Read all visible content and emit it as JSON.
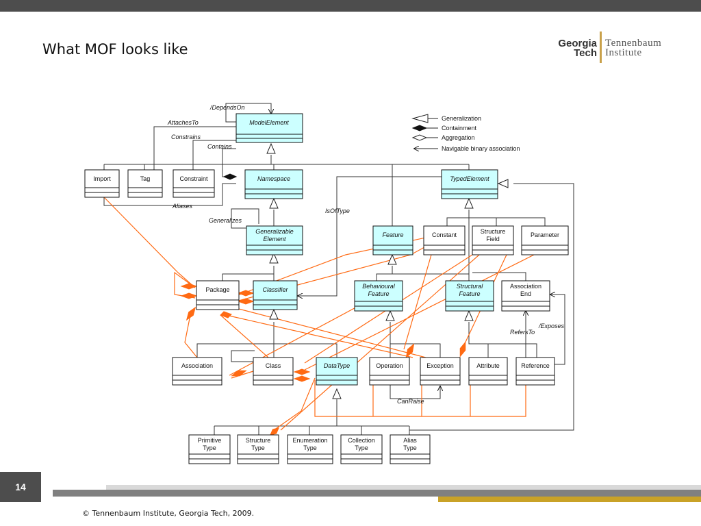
{
  "slide": {
    "title": "What MOF looks like",
    "page_number": "14",
    "footer": "© Tennenbaum Institute, Georgia Tech, 2009."
  },
  "logo": {
    "left_line1": "Georgia",
    "left_line2": "Tech",
    "right_line1": "Tennenbaum",
    "right_line2": "Institute"
  },
  "legend": {
    "generalization": "Generalization",
    "containment": "Containment",
    "aggregation": "Aggregation",
    "navigable": "Navigable binary association"
  },
  "classes": {
    "model_element": "ModelElement",
    "import": "Import",
    "tag": "Tag",
    "constraint": "Constraint",
    "namespace": "Namespace",
    "typed_element": "TypedElement",
    "generalizable_element_1": "Generalizable",
    "generalizable_element_2": "Element",
    "feature": "Feature",
    "constant": "Constant",
    "structure_field_1": "Structure",
    "structure_field_2": "Field",
    "parameter": "Parameter",
    "package": "Package",
    "classifier": "Classifier",
    "behavioral_feature_1": "Behavioural",
    "behavioral_feature_2": "Feature",
    "structural_feature_1": "Structural",
    "structural_feature_2": "Feature",
    "association_end_1": "Association",
    "association_end_2": "End",
    "association": "Association",
    "class": "Class",
    "data_type": "DataType",
    "operation": "Operation",
    "exception": "Exception",
    "attribute": "Attribute",
    "reference": "Reference",
    "primitive_type_1": "Primitive",
    "primitive_type_2": "Type",
    "structure_type_1": "Structure",
    "structure_type_2": "Type",
    "enumeration_type_1": "Enumeration",
    "enumeration_type_2": "Type",
    "collection_type_1": "Collection",
    "collection_type_2": "Type",
    "alias_type_1": "Alias",
    "alias_type_2": "Type"
  },
  "associations": {
    "depends_on": "/DependsOn",
    "attaches_to": "AttachesTo",
    "constrains": "Constrains",
    "contains": "Contains",
    "aliases": "Aliases",
    "generalizes": "Generalizes",
    "is_of_type": "IsOfType",
    "exposes": "/Exposes",
    "refers_to": "RefersTo",
    "can_raise": "CanRaise"
  },
  "colors": {
    "highlight_fill": "#ccffff",
    "containment_orange": "#ff6a13",
    "bar_gold": "#c9a227",
    "bar_dark": "#4d4d4d"
  }
}
